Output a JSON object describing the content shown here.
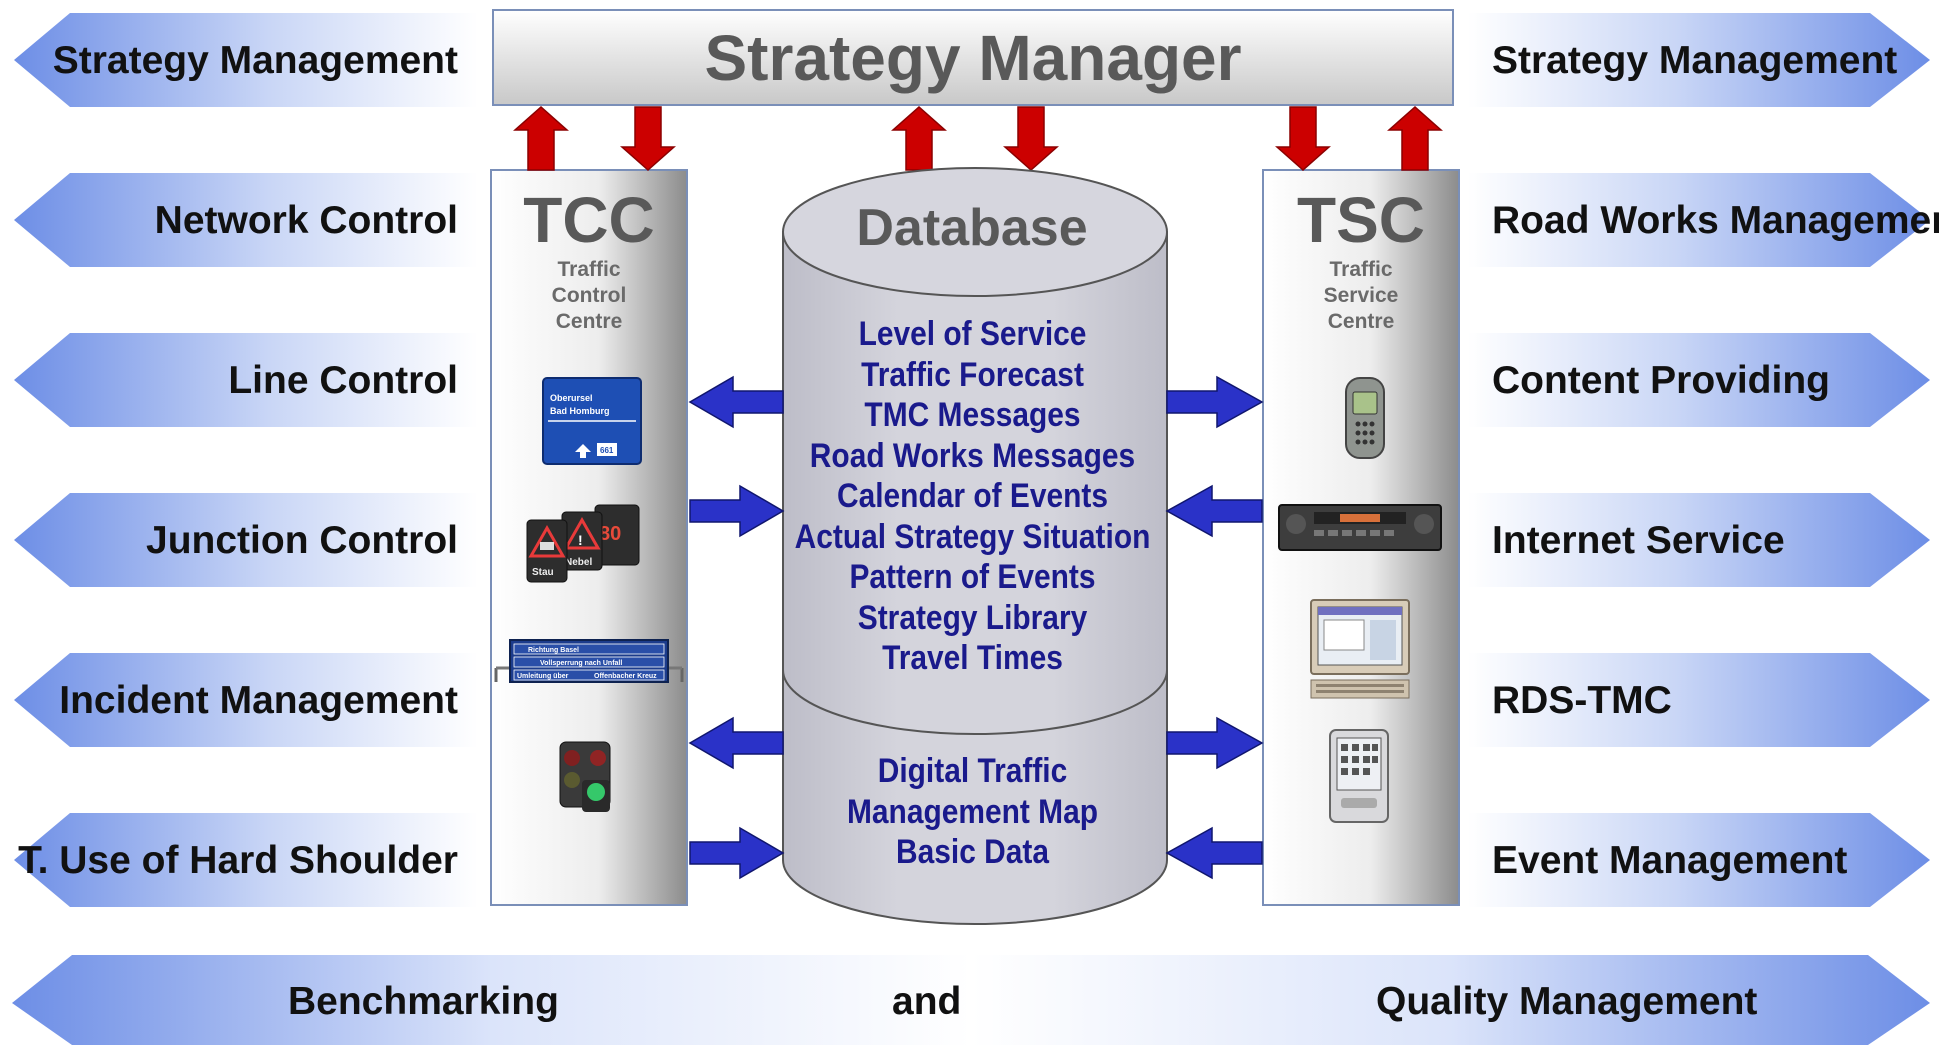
{
  "title": "Strategy Manager",
  "left_functions": [
    "Strategy Management",
    "Network Control",
    "Line Control",
    "Junction Control",
    "Incident Management",
    "T. Use of Hard Shoulder"
  ],
  "right_functions": [
    "Strategy Management",
    "Road Works Management",
    "Content Providing",
    "Internet Service",
    "RDS-TMC",
    "Event Management"
  ],
  "tcc": {
    "abbr": "TCC",
    "name_lines": [
      "Traffic",
      "Control",
      "Centre"
    ]
  },
  "tsc": {
    "abbr": "TSC",
    "name_lines": [
      "Traffic",
      "Service",
      "Centre"
    ]
  },
  "database": {
    "title": "Database",
    "items": [
      "Level of Service",
      "Traffic Forecast",
      "TMC Messages",
      "Road Works Messages",
      "Calendar of Events",
      "Actual Strategy Situation",
      "Pattern of Events",
      "Strategy Library",
      "Travel Times"
    ],
    "lower_items": [
      "Digital Traffic",
      "Management Map",
      "Basic Data"
    ]
  },
  "bottom_banner": {
    "left": "Benchmarking",
    "middle": "and",
    "right": "Quality Management"
  },
  "signs": {
    "direction_sign": [
      "Oberursel",
      "Bad Homburg",
      "661"
    ],
    "warning_signs": [
      "Stau",
      "Nebel",
      "80"
    ],
    "overhead_sign": [
      "Richtung Basel",
      "Vollsperrung nach Unfall",
      "Umleitung über",
      "Offenbacher Kreuz"
    ]
  },
  "colors": {
    "arrow_blue": "#6f8fe6",
    "arrow_red": "#cc0000",
    "connector_blue": "#2a32c8",
    "db_text": "#1a1a8c",
    "title_grey": "#595959"
  }
}
